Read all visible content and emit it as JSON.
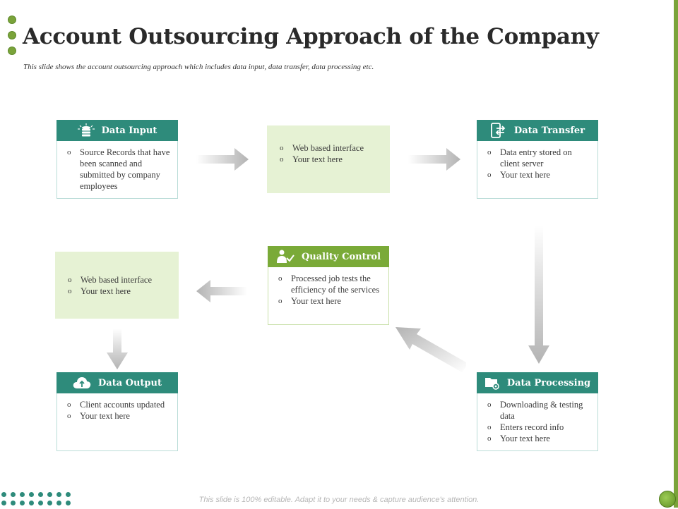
{
  "slide": {
    "title": "Account Outsourcing Approach of the Company",
    "subtitle": "This slide shows the account outsourcing approach which includes data input, data transfer, data processing etc.",
    "footer": "This slide is 100% editable. Adapt it to your needs & capture audience's attention."
  },
  "cards": {
    "data_input": {
      "title": "Data Input",
      "icon": "database-icon",
      "items": [
        "Source Records that have been scanned and submitted by company employees"
      ]
    },
    "data_transfer": {
      "title": "Data Transfer",
      "icon": "mobile-transfer-icon",
      "items": [
        "Data entry stored on client server",
        "Your text here"
      ]
    },
    "quality_control": {
      "title": "Quality Control",
      "icon": "person-check-icon",
      "items": [
        "Processed job tests the efficiency of the services",
        "Your text here"
      ]
    },
    "data_output": {
      "title": "Data Output",
      "icon": "cloud-upload-icon",
      "items": [
        "Client accounts updated",
        "Your text here"
      ]
    },
    "data_processing": {
      "title": "Data Processing",
      "icon": "folder-gear-icon",
      "items": [
        "Downloading & testing data",
        "Enters record info",
        "Your text here"
      ]
    }
  },
  "panels": {
    "top_middle": {
      "items": [
        "Web based interface",
        "Your text here"
      ]
    },
    "left_middle": {
      "items": [
        "Web based interface",
        "Your text here"
      ]
    }
  },
  "colors": {
    "teal": "#2e8b7b",
    "green": "#7aaa38",
    "panel": "#e6f2d4",
    "accent_bar": "#7aa33a"
  }
}
